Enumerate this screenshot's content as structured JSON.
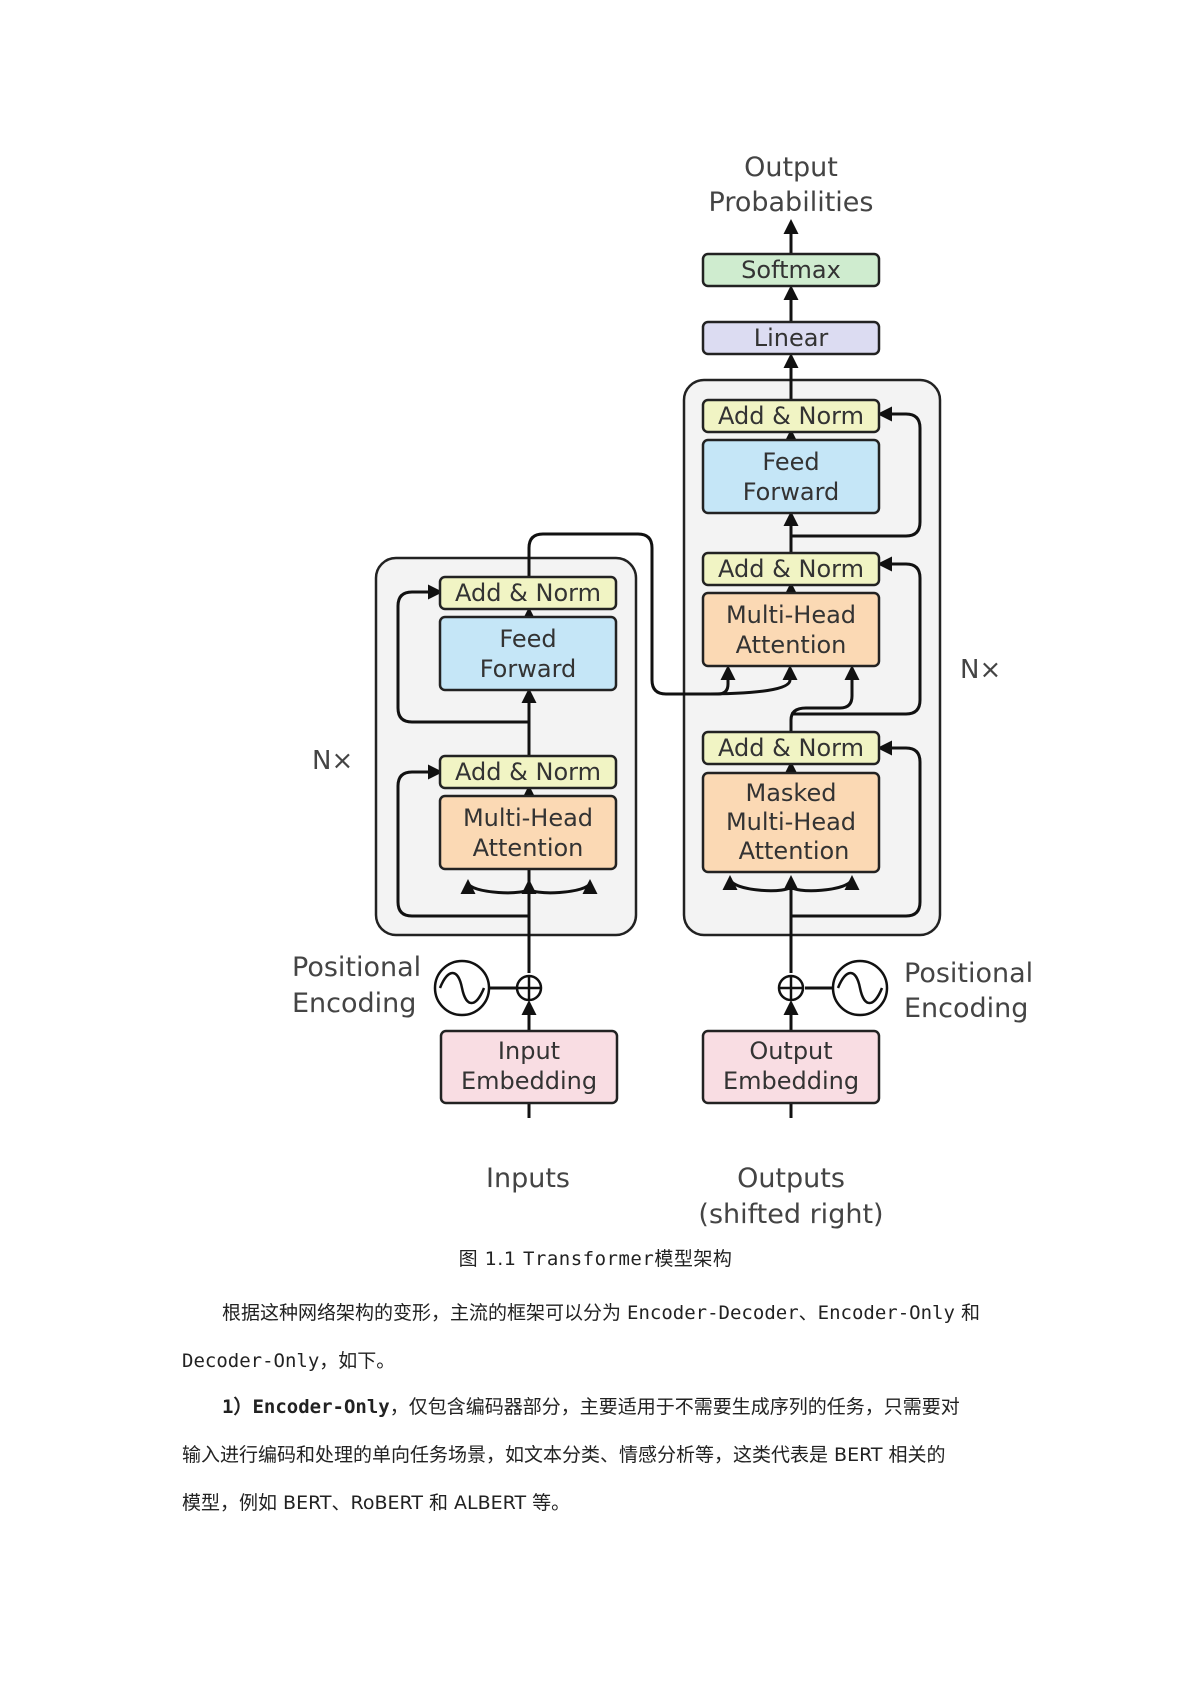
{
  "diagram": {
    "output_probabilities": [
      "Output",
      "Probabilities"
    ],
    "softmax": "Softmax",
    "linear": "Linear",
    "add_norm": "Add & Norm",
    "feed_forward": [
      "Feed",
      "Forward"
    ],
    "multi_head_attention": [
      "Multi-Head",
      "Attention"
    ],
    "masked_multi_head_attention": [
      "Masked",
      "Multi-Head",
      "Attention"
    ],
    "nx": "N×",
    "positional_encoding": [
      "Positional",
      "Encoding"
    ],
    "input_embedding": [
      "Input",
      "Embedding"
    ],
    "output_embedding": [
      "Output",
      "Embedding"
    ],
    "inputs": "Inputs",
    "outputs": [
      "Outputs",
      "(shifted right)"
    ],
    "colors": {
      "add_norm": "#f1f4c4",
      "feed_forward": "#c5e6f7",
      "attention": "#fbd9b4",
      "embedding": "#f9dde3",
      "softmax": "#cfeccf",
      "linear": "#dcdcf2",
      "block_bg": "#f3f3f3"
    }
  },
  "caption": {
    "prefix": "图 1.1",
    "name": "Transformer",
    "suffix": "模型架构"
  },
  "paragraphs": {
    "p1_line1_a": "根据这种网络架构的变形，主流的框架可以分为 ",
    "p1_line1_b": "Encoder-Decoder、Encoder-Only",
    "p1_line1_c": " 和",
    "p1_line2_a": "Decoder-Only",
    "p1_line2_b": "，如下。",
    "p2_label": "1）Encoder-Only",
    "p2_line1": "，仅包含编码器部分，主要适用于不需要生成序列的任务，只需要对",
    "p2_line2": "输入进行编码和处理的单向任务场景，如文本分类、情感分析等，这类代表是 BERT 相关的",
    "p2_line3": "模型，例如 BERT、RoBERT 和 ALBERT 等。"
  }
}
